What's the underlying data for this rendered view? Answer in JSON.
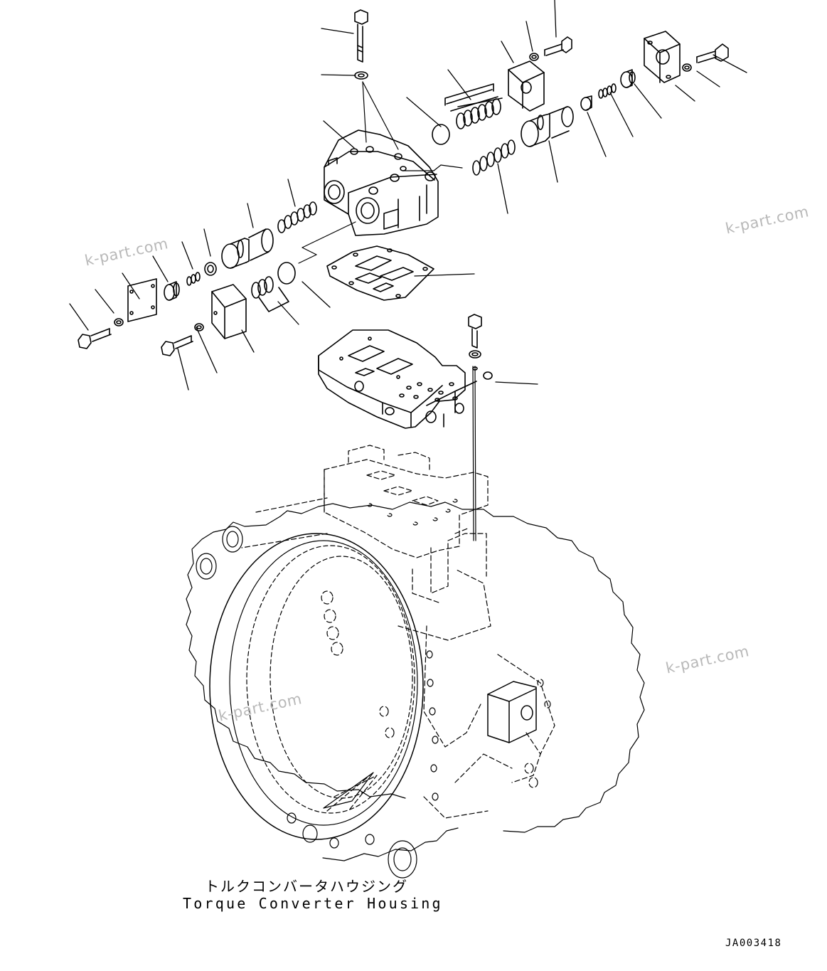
{
  "labels": {
    "housing_jp": "トルクコンバータハウジング",
    "housing_en": "Torque Converter Housing",
    "drawing_code": "JA003418"
  },
  "watermarks": [
    "k-part.com",
    "k-part.com",
    "k-part.com",
    "k-part.com"
  ],
  "colors": {
    "line": "#000000",
    "watermark": "#b9b9b9",
    "background": "#ffffff"
  }
}
